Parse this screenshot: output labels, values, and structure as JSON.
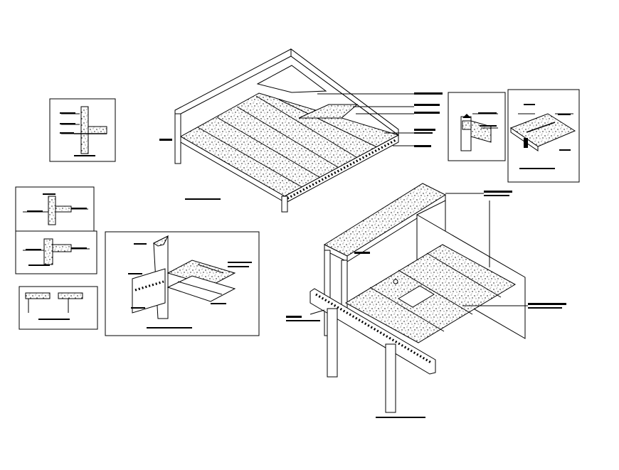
{
  "drawing": {
    "description_text": "",
    "colors": {
      "line": "#000000",
      "background": "#ffffff"
    },
    "views": [
      "isometric-slab-top",
      "isometric-slab-bottom-right",
      "section-detail-left",
      "section-detail-left-2",
      "section-detail-left-3",
      "section-detail-left-4",
      "isometric-detail-middle",
      "joint-detail-right-1",
      "joint-detail-right-2"
    ]
  }
}
